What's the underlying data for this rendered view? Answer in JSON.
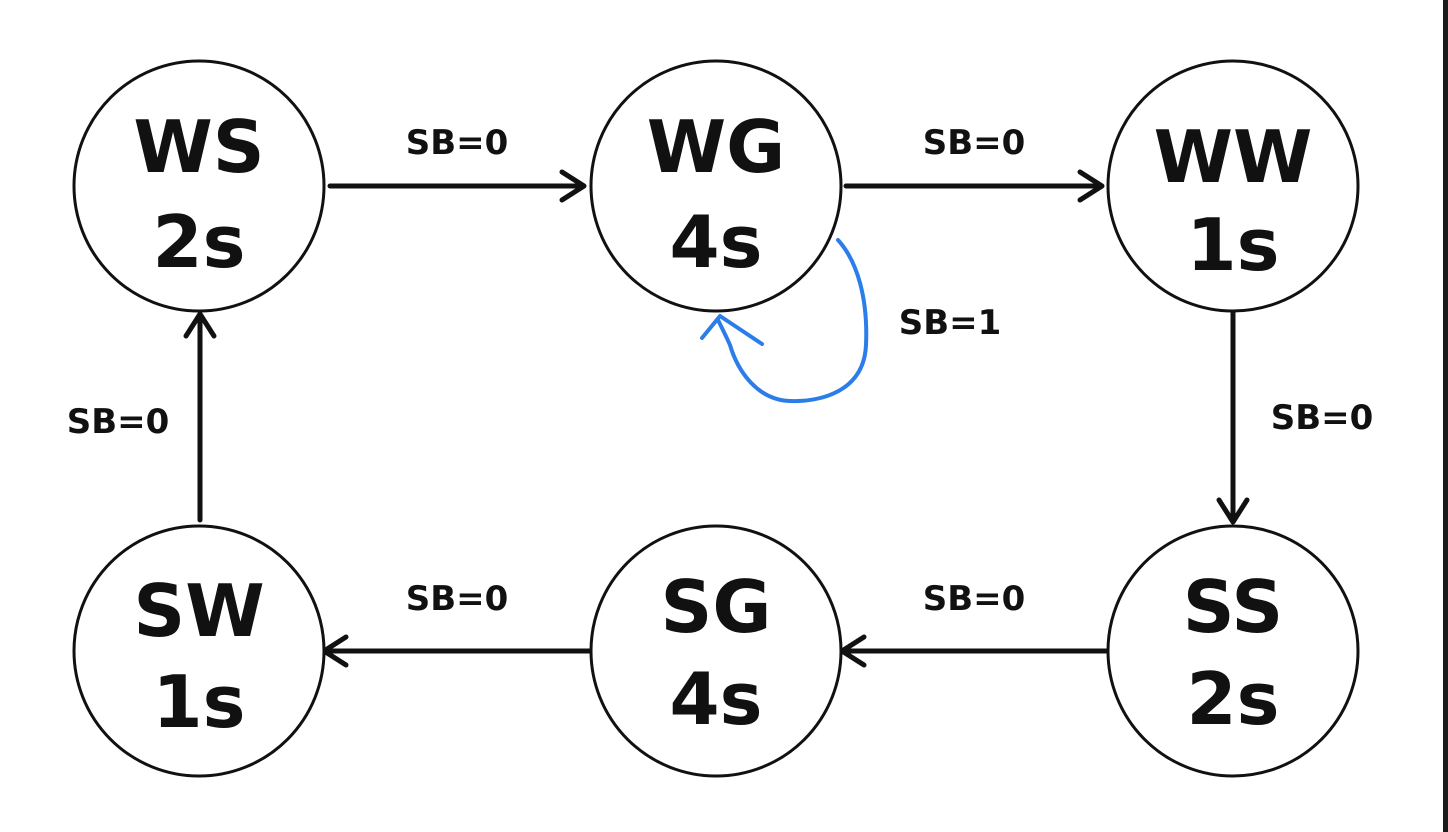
{
  "colors": {
    "stroke": "#111111",
    "self_loop": "#2b7de9",
    "background": "#ffffff"
  },
  "states": {
    "ws": {
      "name": "WS",
      "duration": "2s"
    },
    "wg": {
      "name": "WG",
      "duration": "4s"
    },
    "ww": {
      "name": "WW",
      "duration": "1s"
    },
    "ss": {
      "name": "SS",
      "duration": "2s"
    },
    "sg": {
      "name": "SG",
      "duration": "4s"
    },
    "sw": {
      "name": "SW",
      "duration": "1s"
    }
  },
  "transitions": {
    "ws_to_wg": "SB=0",
    "wg_to_ww": "SB=0",
    "wg_self": "SB=1",
    "ww_to_ss": "SB=0",
    "ss_to_sg": "SB=0",
    "sg_to_sw": "SB=0",
    "sw_to_ws": "SB=0"
  }
}
